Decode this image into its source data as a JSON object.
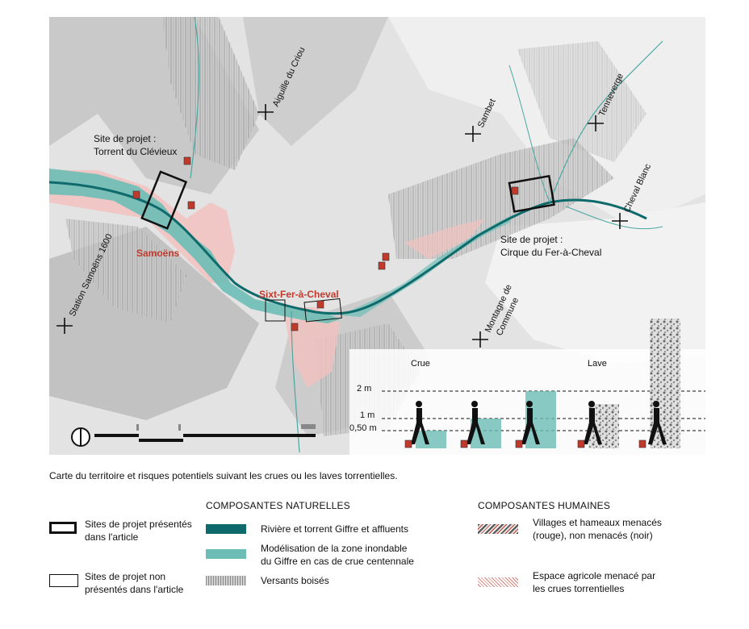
{
  "map": {
    "places": {
      "aiguille_du_criou": "Aiguille du Criou",
      "sambet": "Sambet",
      "tenneverge": "Tenneverge",
      "cheval_blanc": "Cheval Blanc",
      "station_samoens": "Station Samoëns 1600",
      "montagne_de_commune_1": "Montagne de",
      "montagne_de_commune_2": "Commune"
    },
    "villages": {
      "samoens": "Samoëns",
      "sixt": "Sixt-Fer-à-Cheval"
    },
    "project_sites": {
      "clevieux_line1": "Site de projet :",
      "clevieux_line2": "Torrent du Clévieux",
      "fer_line1": "Site de projet :",
      "fer_line2": "Cirque du  Fer-à-Cheval"
    },
    "inset": {
      "crue": "Crue",
      "lave": "Lave",
      "levels": [
        "2 m",
        "1 m",
        "0,50 m"
      ]
    },
    "colors": {
      "river": "#0f6b6b",
      "flood": "#6dbdb6",
      "threat_agri": "#f2c2bf",
      "threatened_village": "#c0392b",
      "terrain": "#d9d9d9"
    }
  },
  "caption": "Carte du territoire et risques potentiels suivant les crues ou les laves torrentielles.",
  "legend": {
    "natural_title": "COMPOSANTES NATURELLES",
    "human_title": "COMPOSANTES HUMAINES",
    "site_presented_1": "Sites de projet présentés",
    "site_presented_2": "dans l'article",
    "site_not_presented_1": "Sites de projet non",
    "site_not_presented_2": "présentés dans l'article",
    "river": "Rivière et torrent Giffre et affluents",
    "flood_1": "Modélisation de la zone inondable",
    "flood_2": "du Giffre en cas de crue centennale",
    "forest": "Versants boisés",
    "villages_1": "Villages et hameaux menacés",
    "villages_2": "(rouge), non menacés (noir)",
    "agri_1": "Espace agricole menacé par",
    "agri_2": "les crues torrentielles"
  }
}
